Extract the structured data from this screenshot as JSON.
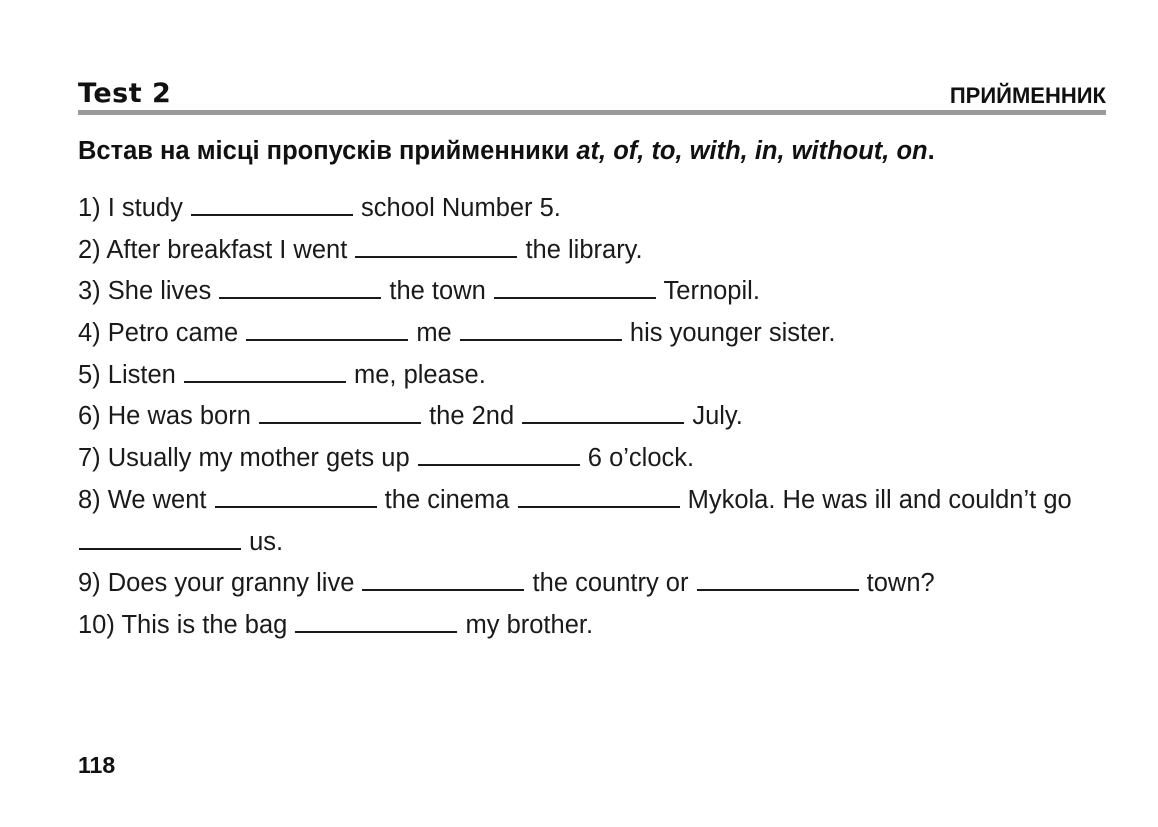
{
  "header": {
    "test_title": "Test 2",
    "section_title": "ПРИЙМЕННИК"
  },
  "instruction": {
    "lead": "Встав на місці пропусків прийменники ",
    "words": "at, of, to, with, in, without, on",
    "end": "."
  },
  "exercises": [
    {
      "parts": [
        "1) I study ",
        " school Number 5."
      ]
    },
    {
      "parts": [
        "2) After breakfast I went ",
        " the library."
      ]
    },
    {
      "parts": [
        "3) She lives ",
        " the town ",
        " Ternopil."
      ]
    },
    {
      "parts": [
        "4) Petro came ",
        " me ",
        " his younger sister."
      ]
    },
    {
      "parts": [
        "5) Listen ",
        " me, please."
      ]
    },
    {
      "parts": [
        "6) He was born ",
        " the 2nd ",
        " July."
      ]
    },
    {
      "parts": [
        "7) Usually my mother gets up ",
        " 6 o’clock."
      ]
    },
    {
      "parts": [
        "8) We went ",
        " the cinema ",
        " Mykola. He was ill and couldn’t go ",
        " us."
      ]
    },
    {
      "parts": [
        "9) Does your granny live ",
        " the country or ",
        " town?"
      ]
    },
    {
      "parts": [
        "10) This is the bag ",
        " my brother."
      ]
    }
  ],
  "page_number": "118"
}
